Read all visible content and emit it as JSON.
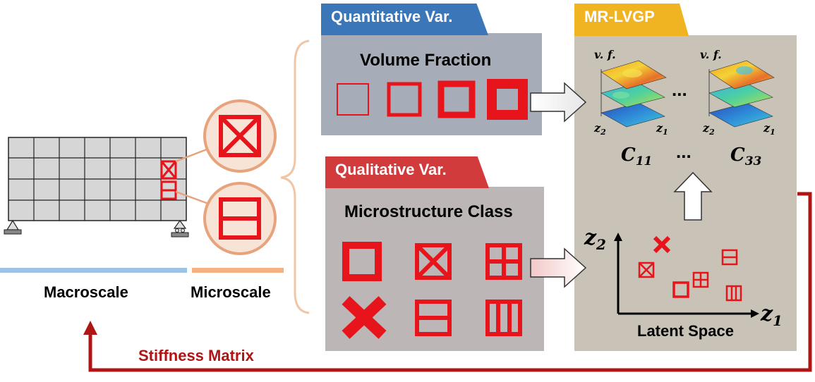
{
  "macro": {
    "label": "Macroscale",
    "micro_label": "Microscale"
  },
  "quant": {
    "tab": "Quantitative Var.",
    "title": "Volume Fraction",
    "tab_color": "#3a76b8",
    "panel_color": "#a7adb8"
  },
  "qual": {
    "tab": "Qualitative Var.",
    "title": "Microstructure Class",
    "tab_color": "#d13b3b",
    "panel_color": "#bdb6b6"
  },
  "mrlvgp": {
    "tab": "MR-LVGP",
    "tab_color": "#f0b322",
    "panel_color": "#c9c3b7",
    "vf_label": "v. f.",
    "dots": "...",
    "axis_z2": "z",
    "axis_z2_sub": "2",
    "axis_z1": "z",
    "axis_z1_sub": "1",
    "c11": "C",
    "c11_sub": "11",
    "c33": "C",
    "c33_sub": "33",
    "latent_label": "Latent Space",
    "z1_big": "z",
    "z1_big_sub": "1",
    "z2_big": "z",
    "z2_big_sub": "2"
  },
  "feedback": {
    "label": "Stiffness Matrix",
    "color": "#b01515"
  },
  "accent": "#e8141b"
}
